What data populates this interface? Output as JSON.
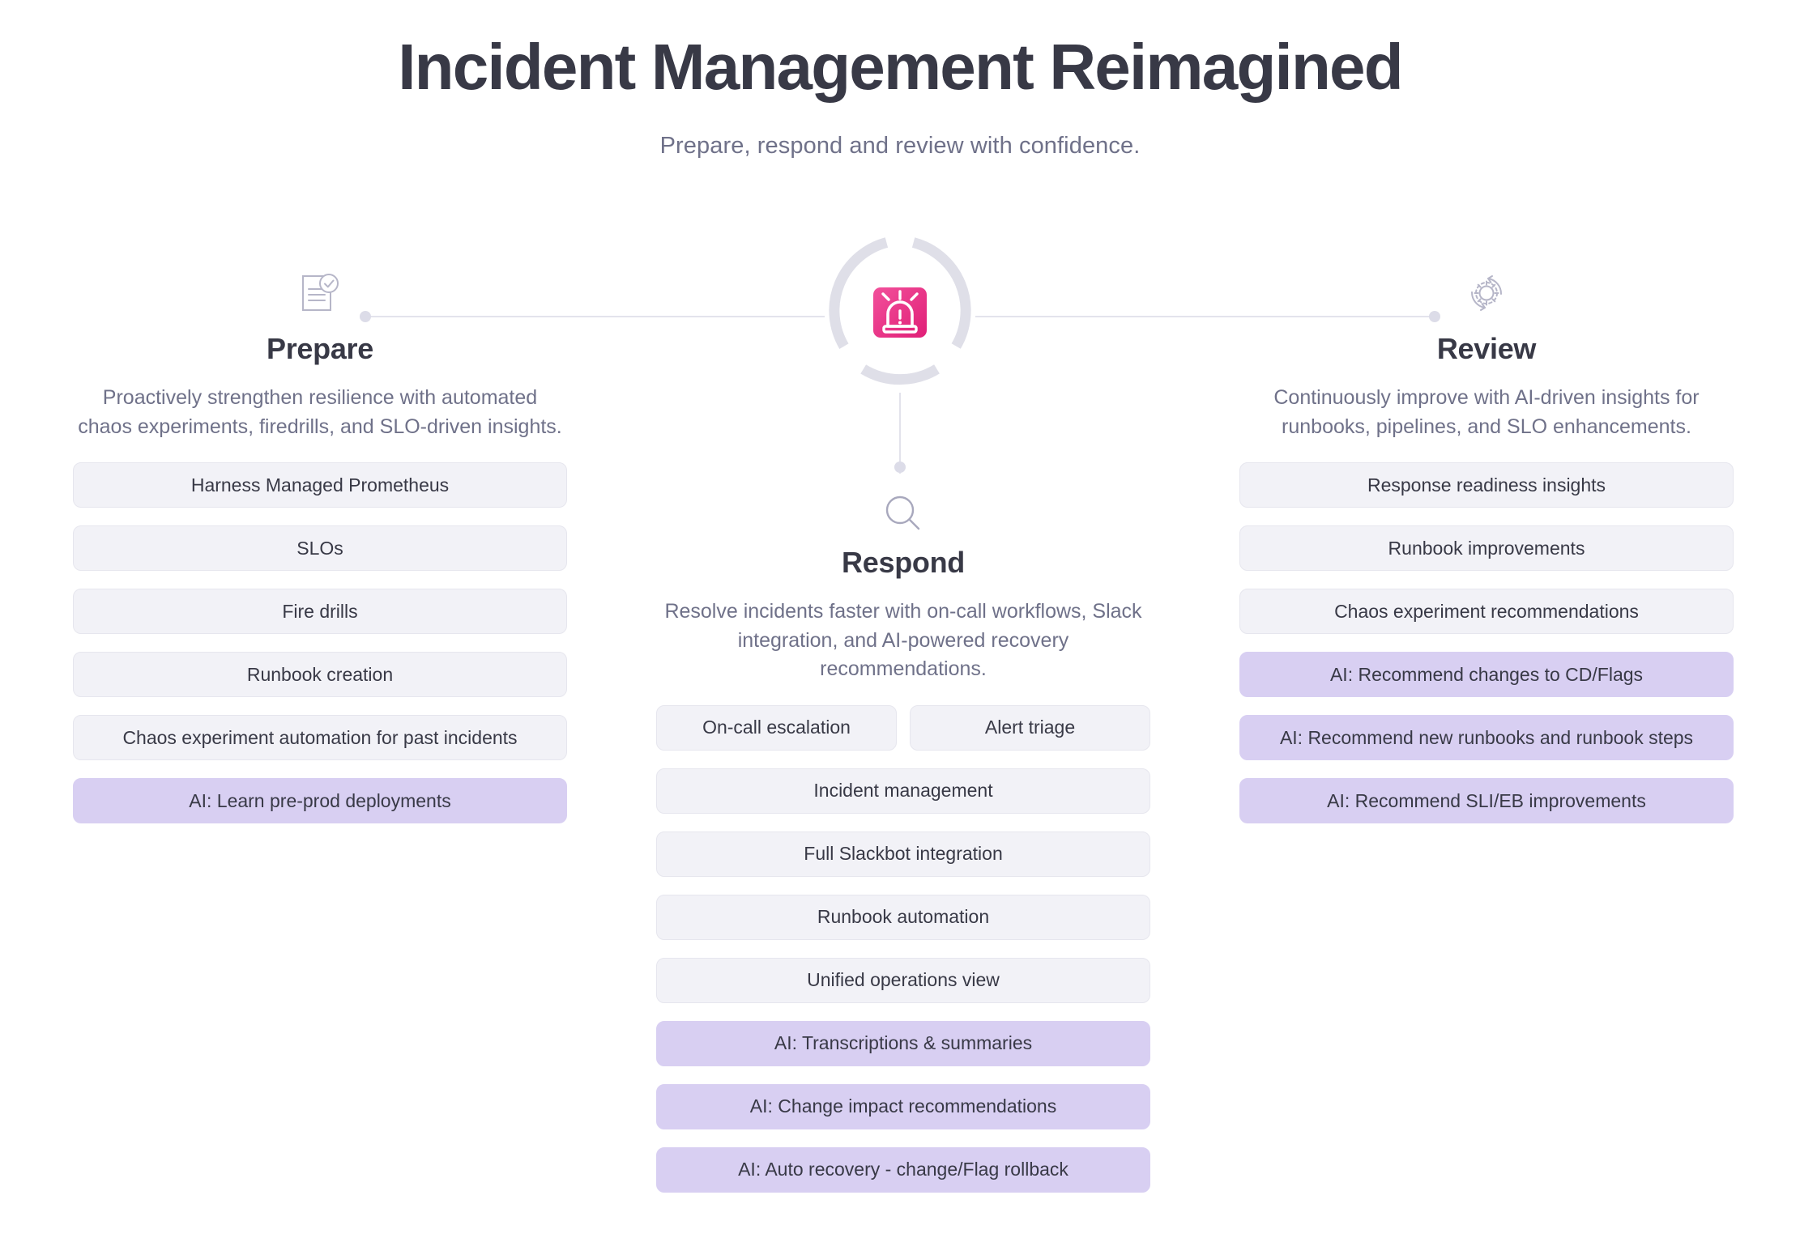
{
  "header": {
    "title": "Incident Management Reimagined",
    "subtitle": "Prepare, respond and review with confidence."
  },
  "colors": {
    "title": "#383946",
    "body_text": "#6f7189",
    "pill_bg": "#f2f2f7",
    "pill_border": "#e6e6ee",
    "ai_pill_bg": "#d8cff2",
    "accent_pink": "#ec3a86",
    "rail": "#e3e3ec",
    "ring": "#dfdfe8",
    "background": "#ffffff"
  },
  "hub": {
    "icon": "siren-alarm-icon",
    "ring": "segmented-progress-ring"
  },
  "connectors": {
    "left_icon": "rail-dot-left",
    "right_icon": "rail-dot-right",
    "drop_icon": "rail-dot-drop"
  },
  "columns": {
    "prepare": {
      "icon": "document-check-icon",
      "title": "Prepare",
      "description": "Proactively strengthen resilience with automated chaos experiments, firedrills, and SLO-driven insights.",
      "items": [
        {
          "label": "Harness Managed Prometheus",
          "ai": false
        },
        {
          "label": "SLOs",
          "ai": false
        },
        {
          "label": "Fire drills",
          "ai": false
        },
        {
          "label": "Runbook creation",
          "ai": false
        },
        {
          "label": "Chaos experiment automation for past incidents",
          "ai": false
        },
        {
          "label": "AI: Learn pre-prod deployments",
          "ai": true
        }
      ]
    },
    "respond": {
      "icon": "magnifying-glass-icon",
      "title": "Respond",
      "description": "Resolve incidents faster with on-call workflows, Slack integration, and AI-powered recovery recommendations.",
      "paired_row": [
        {
          "label": "On-call escalation",
          "ai": false
        },
        {
          "label": "Alert triage",
          "ai": false
        }
      ],
      "items": [
        {
          "label": "Incident management",
          "ai": false
        },
        {
          "label": "Full Slackbot integration",
          "ai": false
        },
        {
          "label": "Runbook automation",
          "ai": false
        },
        {
          "label": "Unified operations view",
          "ai": false
        },
        {
          "label": "AI: Transcriptions & summaries",
          "ai": true
        },
        {
          "label": "AI: Change impact recommendations",
          "ai": true
        },
        {
          "label": "AI: Auto recovery - change/Flag rollback",
          "ai": true
        }
      ]
    },
    "review": {
      "icon": "gear-refresh-icon",
      "title": "Review",
      "description": "Continuously improve with AI-driven insights for runbooks, pipelines, and SLO enhancements.",
      "items": [
        {
          "label": "Response readiness insights",
          "ai": false
        },
        {
          "label": "Runbook improvements",
          "ai": false
        },
        {
          "label": "Chaos experiment recommendations",
          "ai": false
        },
        {
          "label": "AI: Recommend changes to CD/Flags",
          "ai": true
        },
        {
          "label": "AI: Recommend new runbooks and runbook steps",
          "ai": true
        },
        {
          "label": "AI: Recommend SLI/EB improvements",
          "ai": true
        }
      ]
    }
  }
}
